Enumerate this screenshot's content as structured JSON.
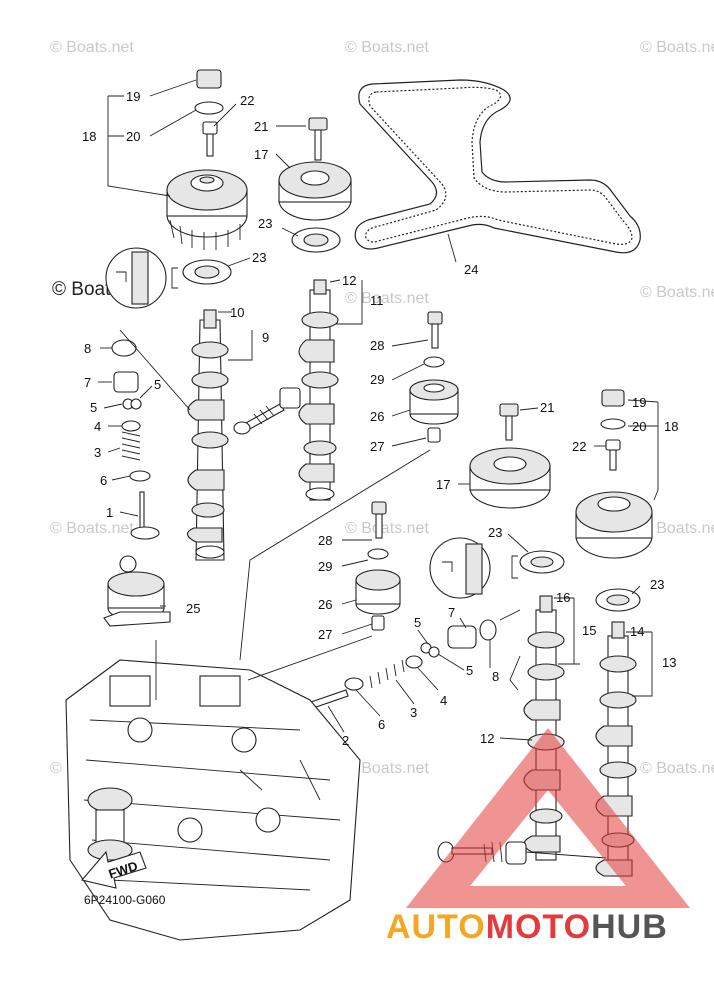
{
  "diagram_code": "6P24100-G060",
  "watermark": "© Boats.net",
  "fwd_label": "FWD",
  "brand": {
    "part1": "AUTO",
    "part2": "MOTO",
    "part3": "HUB",
    "color1": "#f5a623",
    "color2": "#e23b3b",
    "color3": "#555555"
  },
  "part_labels": [
    {
      "id": "l19a",
      "text": "19"
    },
    {
      "id": "l20a",
      "text": "20"
    },
    {
      "id": "l18a",
      "text": "18"
    },
    {
      "id": "l22a",
      "text": "22"
    },
    {
      "id": "l21a",
      "text": "21"
    },
    {
      "id": "l17a",
      "text": "17"
    },
    {
      "id": "l23a",
      "text": "23"
    },
    {
      "id": "l23b",
      "text": "23"
    },
    {
      "id": "l24",
      "text": "24"
    },
    {
      "id": "l12a",
      "text": "12"
    },
    {
      "id": "l11",
      "text": "11"
    },
    {
      "id": "l10",
      "text": "10"
    },
    {
      "id": "l9",
      "text": "9"
    },
    {
      "id": "l8a",
      "text": "8"
    },
    {
      "id": "l7a",
      "text": "7"
    },
    {
      "id": "l5a",
      "text": "5"
    },
    {
      "id": "l5b",
      "text": "5"
    },
    {
      "id": "l4a",
      "text": "4"
    },
    {
      "id": "l3a",
      "text": "3"
    },
    {
      "id": "l6a",
      "text": "6"
    },
    {
      "id": "l1",
      "text": "1"
    },
    {
      "id": "l28a",
      "text": "28"
    },
    {
      "id": "l29a",
      "text": "29"
    },
    {
      "id": "l26a",
      "text": "26"
    },
    {
      "id": "l27a",
      "text": "27"
    },
    {
      "id": "l21b",
      "text": "21"
    },
    {
      "id": "l19b",
      "text": "19"
    },
    {
      "id": "l20b",
      "text": "20"
    },
    {
      "id": "l18b",
      "text": "18"
    },
    {
      "id": "l22b",
      "text": "22"
    },
    {
      "id": "l17b",
      "text": "17"
    },
    {
      "id": "l25",
      "text": "25"
    },
    {
      "id": "l28b",
      "text": "28"
    },
    {
      "id": "l29b",
      "text": "29"
    },
    {
      "id": "l26b",
      "text": "26"
    },
    {
      "id": "l27b",
      "text": "27"
    },
    {
      "id": "l23c",
      "text": "23"
    },
    {
      "id": "l23d",
      "text": "23"
    },
    {
      "id": "l16",
      "text": "16"
    },
    {
      "id": "l15",
      "text": "15"
    },
    {
      "id": "l14",
      "text": "14"
    },
    {
      "id": "l13",
      "text": "13"
    },
    {
      "id": "l7b",
      "text": "7"
    },
    {
      "id": "l5c",
      "text": "5"
    },
    {
      "id": "l5d",
      "text": "5"
    },
    {
      "id": "l8b",
      "text": "8"
    },
    {
      "id": "l4b",
      "text": "4"
    },
    {
      "id": "l3b",
      "text": "3"
    },
    {
      "id": "l6b",
      "text": "6"
    },
    {
      "id": "l2",
      "text": "2"
    },
    {
      "id": "l12b",
      "text": "12"
    }
  ]
}
